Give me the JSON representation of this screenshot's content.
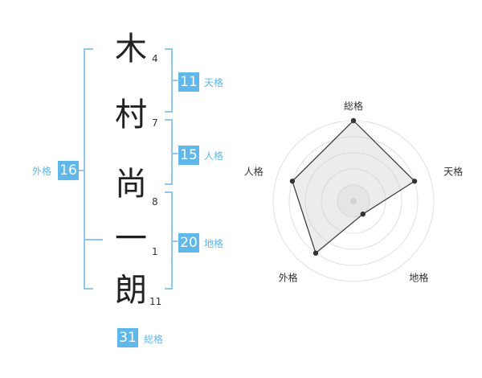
{
  "name": {
    "characters": [
      "木",
      "村",
      "尚",
      "一",
      "朗"
    ],
    "strokes": [
      "4",
      "7",
      "8",
      "1",
      "11"
    ]
  },
  "fortune": {
    "tenkaku": {
      "value": "11",
      "label": "天格"
    },
    "jinkaku": {
      "value": "15",
      "label": "人格"
    },
    "chikaku": {
      "value": "20",
      "label": "地格"
    },
    "gaikaku": {
      "value": "16",
      "label": "外格"
    },
    "soukaku": {
      "value": "31",
      "label": "総格"
    }
  },
  "colors": {
    "accent": "#5fb7ea",
    "bracket": "#8ec8ef"
  },
  "chart_data": {
    "type": "radar",
    "axes": [
      "総格",
      "天格",
      "地格",
      "外格",
      "人格"
    ],
    "values": [
      5,
      4,
      1,
      4,
      4
    ],
    "range": [
      0,
      5
    ],
    "rings": 5
  }
}
